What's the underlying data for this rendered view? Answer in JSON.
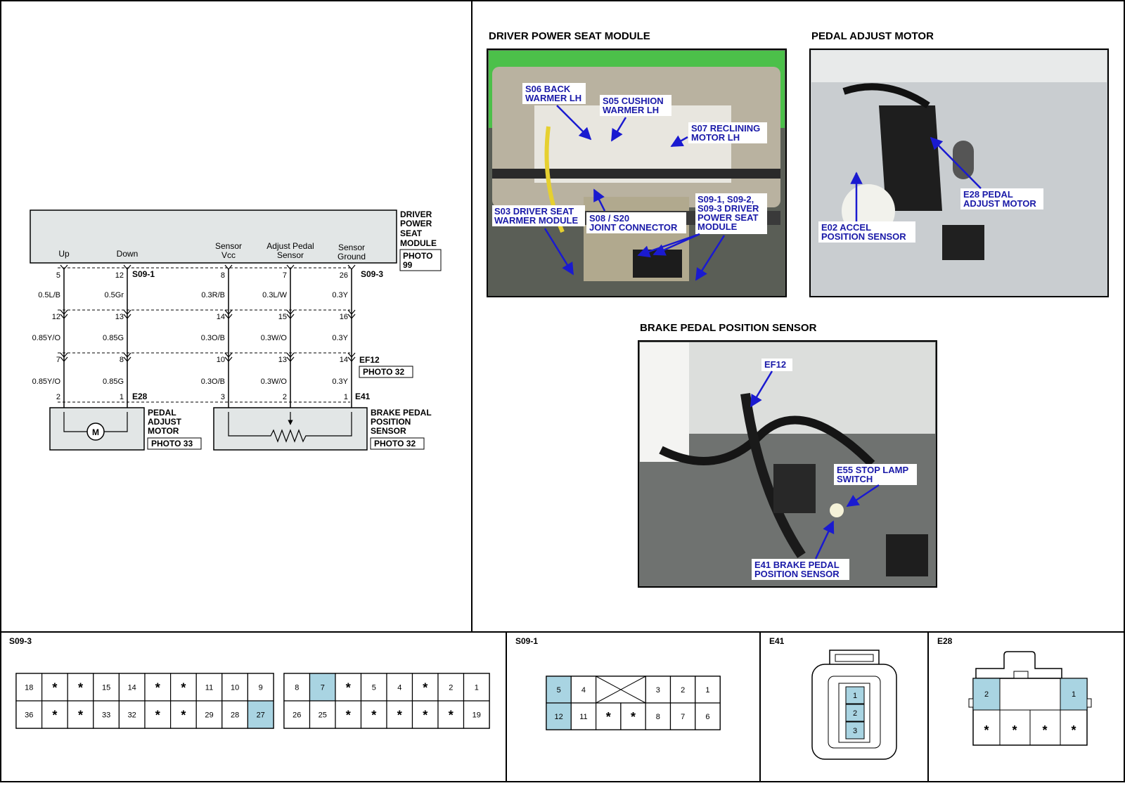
{
  "module": {
    "name_lines": [
      "DRIVER",
      "POWER",
      "SEAT",
      "MODULE"
    ],
    "photo_lines": [
      "PHOTO",
      "99"
    ],
    "pins": [
      "Up",
      "Down",
      "Sensor",
      "Vcc",
      "Adjust Pedal",
      "Sensor",
      "Sensor",
      "Ground"
    ]
  },
  "connectors": {
    "s09_1": "S09-1",
    "s09_3": "S09-3",
    "ef12": "EF12",
    "ef12_photo": "PHOTO 32",
    "e28": "E28",
    "e41": "E41"
  },
  "circuits": [
    {
      "pin1": "5",
      "wire1": "0.5L/B",
      "pin2": "12",
      "wire2": "0.85Y/O",
      "pin3": "7",
      "wire3": "0.85Y/O",
      "pin4": "2"
    },
    {
      "pin1": "12",
      "wire1": "0.5Gr",
      "pin2": "13",
      "wire2": "0.85G",
      "pin3": "8",
      "wire3": "0.85G",
      "pin4": "1"
    },
    {
      "pin1": "8",
      "wire1": "0.3R/B",
      "pin2": "14",
      "wire2": "0.3O/B",
      "pin3": "10",
      "wire3": "0.3O/B",
      "pin4": "3"
    },
    {
      "pin1": "7",
      "wire1": "0.3L/W",
      "pin2": "15",
      "wire2": "0.3W/O",
      "pin3": "13",
      "wire3": "0.3W/O",
      "pin4": "2"
    },
    {
      "pin1": "26",
      "wire1": "0.3Y",
      "pin2": "16",
      "wire2": "0.3Y",
      "pin3": "14",
      "wire3": "0.3Y",
      "pin4": "1"
    }
  ],
  "components": {
    "motor_symbol": "M",
    "pedal_motor_lines": [
      "PEDAL",
      "ADJUST",
      "MOTOR"
    ],
    "pedal_motor_photo": "PHOTO 33",
    "brake_sensor_lines": [
      "BRAKE PEDAL",
      "POSITION",
      "SENSOR"
    ],
    "brake_sensor_photo": "PHOTO 32"
  },
  "photos": {
    "driver_seat": {
      "title": "DRIVER POWER SEAT MODULE",
      "labels": [
        [
          "S06 BACK",
          "WARMER LH"
        ],
        [
          "S05 CUSHION",
          "WARMER LH"
        ],
        [
          "S07 RECLINING",
          "MOTOR LH"
        ],
        [
          "S03 DRIVER SEAT",
          "WARMER MODULE"
        ],
        [
          "S08 / S20",
          "JOINT CONNECTOR"
        ],
        [
          "S09-1, S09-2,",
          "S09-3 DRIVER",
          "POWER SEAT",
          "MODULE"
        ]
      ]
    },
    "pedal_motor": {
      "title": "PEDAL ADJUST MOTOR",
      "labels": [
        [
          "E28 PEDAL",
          "ADJUST MOTOR"
        ],
        [
          "E02 ACCEL",
          "POSITION SENSOR"
        ]
      ]
    },
    "brake_sensor": {
      "title": "BRAKE PEDAL POSITION SENSOR",
      "labels": [
        [
          "EF12"
        ],
        [
          "E55 STOP LAMP",
          "SWITCH"
        ],
        [
          "E41 BRAKE PEDAL",
          "POSITION SENSOR"
        ]
      ]
    }
  },
  "connector_views": {
    "s09_3": {
      "title": "S09-3",
      "left_top": [
        "18",
        "*",
        "*",
        "15",
        "14",
        "*",
        "*",
        "11",
        "10",
        "9"
      ],
      "left_bottom": [
        "36",
        "*",
        "*",
        "33",
        "32",
        "*",
        "*",
        "29",
        "28",
        "27"
      ],
      "right_top": [
        "8",
        "7",
        "*",
        "5",
        "4",
        "*",
        "2",
        "1"
      ],
      "right_bottom": [
        "26",
        "25",
        "*",
        "*",
        "*",
        "*",
        "*",
        "19"
      ],
      "highlighted": [
        "7",
        "27"
      ]
    },
    "s09_1": {
      "title": "S09-1",
      "top": [
        "5",
        "4",
        "",
        "3",
        "2",
        "1"
      ],
      "bottom": [
        "12",
        "11",
        "*",
        "*",
        "8",
        "7",
        "6"
      ],
      "highlighted": [
        "5",
        "12"
      ]
    },
    "e41": {
      "title": "E41",
      "pins": [
        "1",
        "2",
        "3"
      ]
    },
    "e28": {
      "title": "E28",
      "top": [
        "2",
        "1"
      ],
      "bottom": [
        "*",
        "*",
        "*",
        "*"
      ]
    }
  },
  "colors": {
    "highlight": "#a9d4e2",
    "panel": "#e2e6e6",
    "photo_label": "#1a1aa8",
    "arrow": "#1a1ad0"
  }
}
